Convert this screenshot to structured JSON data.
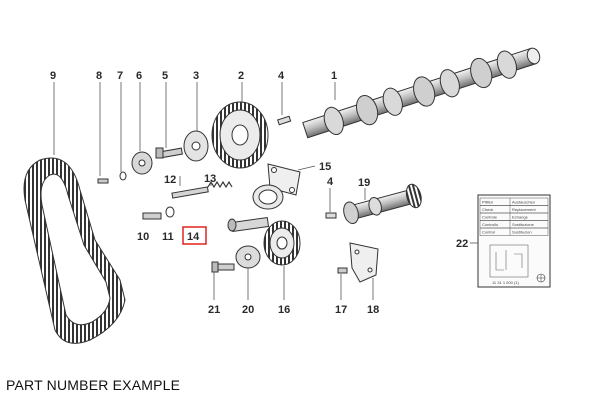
{
  "diagram": {
    "callouts": [
      "1",
      "2",
      "3",
      "4",
      "5",
      "6",
      "7",
      "8",
      "9",
      "12",
      "13",
      "14",
      "15",
      "4",
      "19",
      "10",
      "11",
      "22",
      "21",
      "20",
      "16",
      "17",
      "18"
    ],
    "highlight_callout": "14",
    "highlight_color": "#e0231c"
  },
  "label_card": {
    "rows": [
      {
        "left": "Pfilfen",
        "right": "Austauschen"
      },
      {
        "left": "Check",
        "right": "Replacement"
      },
      {
        "left": "Controle",
        "right": "Echange"
      },
      {
        "left": "Controllo",
        "right": "Sostituzione"
      },
      {
        "left": "Control",
        "right": "Sustitucion"
      }
    ],
    "footer": "11 31 1 000 (1)"
  },
  "caption": "PART NUMBER EXAMPLE"
}
